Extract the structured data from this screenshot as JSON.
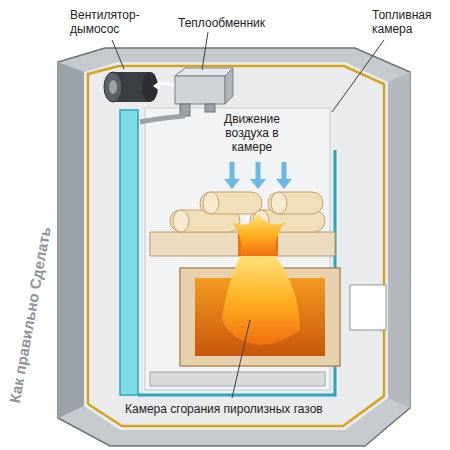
{
  "diagram": {
    "labels": [
      "Вентилятор-дымосос",
      "Теплообменник",
      "Топливная камера",
      "Движение воздуха в камере",
      "Камера сгорания пиролизных газов",
      "Как правильно Сделать"
    ]
  }
}
